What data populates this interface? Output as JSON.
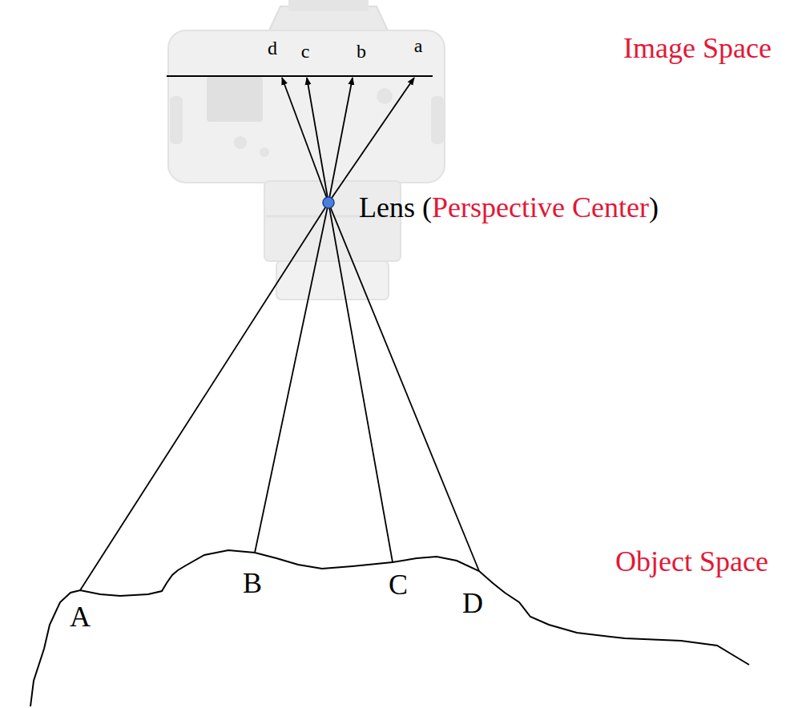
{
  "diagram": {
    "labels": [
      "d",
      "c",
      "b",
      "a",
      "Image Space",
      "Lens (",
      "Perspective Center",
      ")",
      "Object Space",
      "A",
      "B",
      "C",
      "D"
    ]
  }
}
